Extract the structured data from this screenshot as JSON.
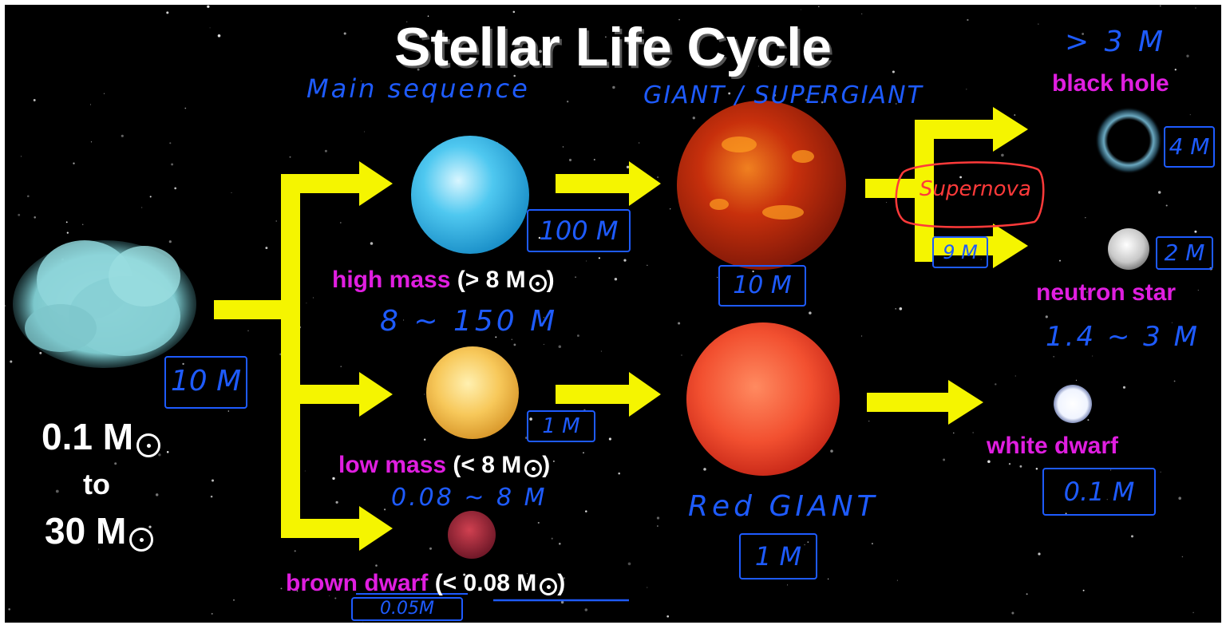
{
  "title": "Stellar Life Cycle",
  "initial_mass": {
    "from": "0.1 M",
    "to_word": "to",
    "to": "30 M"
  },
  "branches": {
    "high": {
      "name": "high mass",
      "range": "(> 8 M",
      "close": ")"
    },
    "low": {
      "name": "low mass",
      "range": "(< 8 M",
      "close": ")"
    },
    "brown": {
      "name": "brown dwarf",
      "range": "(< 0.08 M",
      "close": ")"
    }
  },
  "remnants": {
    "black_hole": "black hole",
    "neutron_star": "neutron star",
    "white_dwarf": "white dwarf"
  },
  "annotations": {
    "main_sequence": "Main sequence",
    "giant": "GIANT / SUPERGIANT",
    "supernova": "Supernova",
    "red_giant": "Red GIANT",
    "gt3": "> 3 M",
    "high_range": "8 ~ 150 M",
    "low_range": "0.08 ~ 8 M",
    "neutron_range": "1.4 ~ 3 M",
    "box_cloud": "10 M",
    "box_high": "100 M",
    "box_low": "1 M",
    "box_brown": "0.05M",
    "box_giant": "10 M",
    "box_redgiant": "1 M",
    "box_sn": "9 M",
    "box_bh": "4 M",
    "box_ns": "2 M",
    "box_wd": "0.1 M"
  },
  "colors": {
    "background": "#000000",
    "arrow": "#f5f500",
    "label_magenta": "#e01ee0",
    "handwriting": "#1e5bff",
    "supernova_note": "#ff3a3a"
  }
}
